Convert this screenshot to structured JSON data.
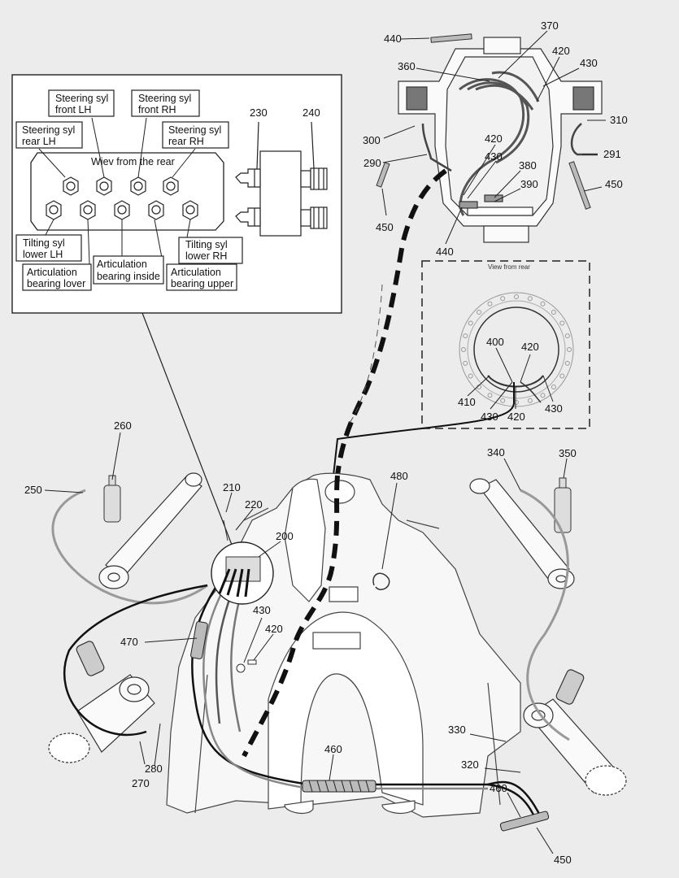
{
  "callouts": {
    "c200": "200",
    "c210": "210",
    "c220": "220",
    "c230": "230",
    "c240": "240",
    "c250": "250",
    "c260": "260",
    "c270": "270",
    "c280": "280",
    "c290": "290",
    "c291": "291",
    "c300": "300",
    "c310": "310",
    "c320": "320",
    "c330": "330",
    "c340": "340",
    "c350": "350",
    "c360": "360",
    "c370": "370",
    "c380": "380",
    "c390": "390",
    "c400": "400",
    "c410": "410",
    "c420a": "420",
    "c420b": "420",
    "c420c": "420",
    "c420d": "420",
    "c420e": "420",
    "c430a": "430",
    "c430b": "430",
    "c430c": "430",
    "c430d": "430",
    "c430e": "430",
    "c440a": "440",
    "c440b": "440",
    "c450a": "450",
    "c450b": "450",
    "c450c": "450",
    "c460a": "460",
    "c460b": "460",
    "c470": "470",
    "c480": "480"
  },
  "inset": {
    "view_title": "Wiev from the rear",
    "labels": {
      "steer_front_lh": [
        "Steering syl",
        "front LH"
      ],
      "steer_front_rh": [
        "Steering syl",
        "front RH"
      ],
      "steer_rear_lh": [
        "Steering syl",
        "rear LH"
      ],
      "steer_rear_rh": [
        "Steering syl",
        "rear RH"
      ],
      "tilt_lower_lh": [
        "Tilting syl",
        "lower  LH"
      ],
      "tilt_lower_rh": [
        "Tilting syl",
        "lower RH"
      ],
      "artic_lover": [
        "Articulation",
        "bearing lover"
      ],
      "artic_inside": [
        "Articulation",
        "bearing inside"
      ],
      "artic_upper": [
        "Articulation",
        "bearing upper"
      ]
    }
  },
  "rear_view": {
    "title": "View from rear"
  }
}
